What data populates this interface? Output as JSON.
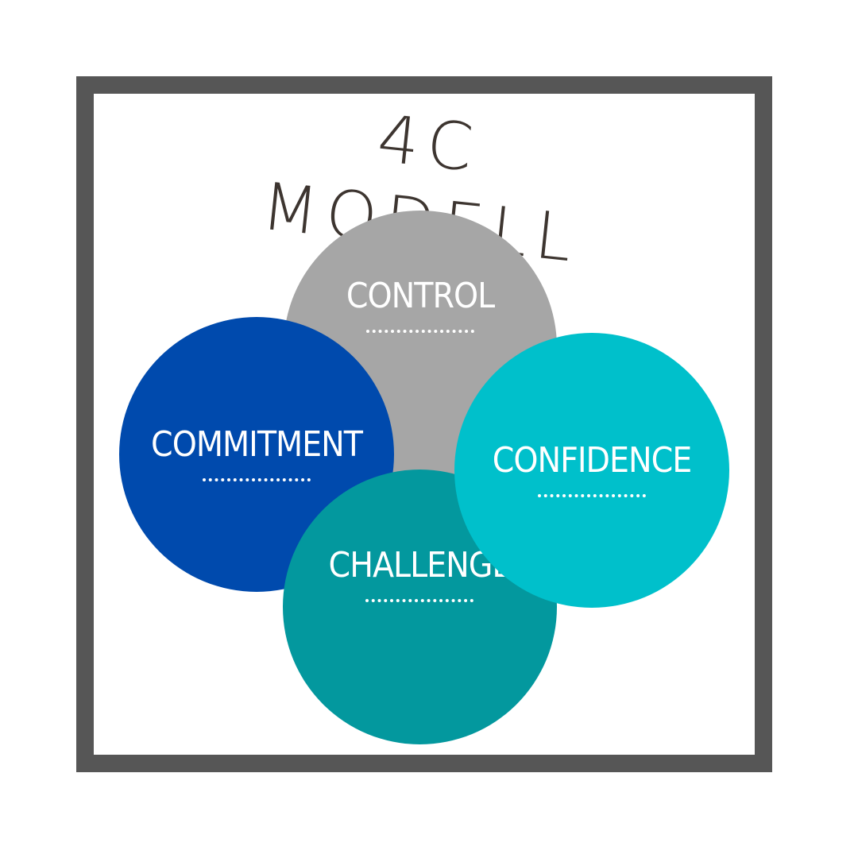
{
  "title": "4C MODELL",
  "circles": {
    "control": {
      "label": "CONTROL",
      "color": "#a6a6a6"
    },
    "commitment": {
      "label": "COMMITMENT",
      "color": "#004aad"
    },
    "challenge": {
      "label": "CHALLENGE",
      "color": "#03989e"
    },
    "confidence": {
      "label": "CONFIDENCE",
      "color": "#00c0cb"
    }
  },
  "frame_color": "#565656"
}
